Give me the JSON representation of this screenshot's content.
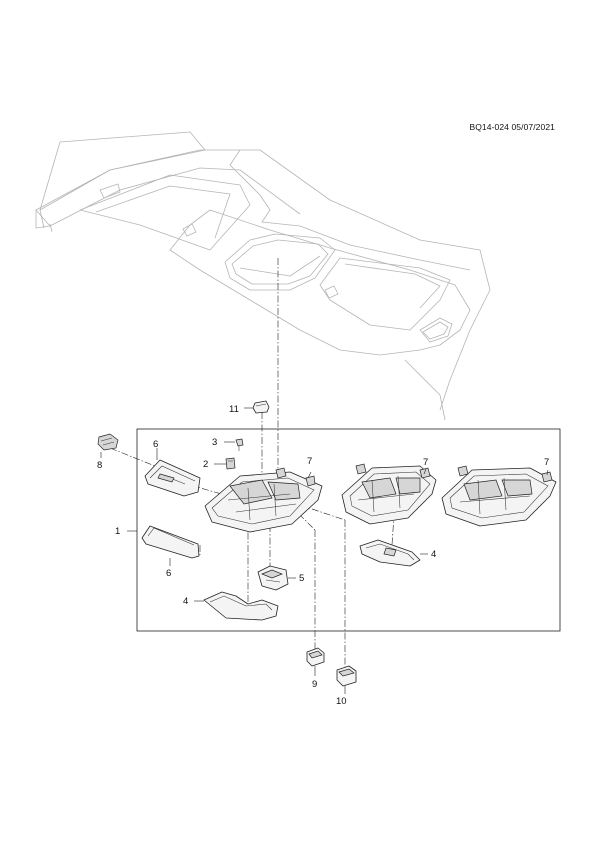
{
  "header": {
    "reference": "BQ14-024 05/07/2021"
  },
  "callouts": [
    {
      "id": "c1",
      "text": "1"
    },
    {
      "id": "c2",
      "text": "2"
    },
    {
      "id": "c3",
      "text": "3"
    },
    {
      "id": "c4a",
      "text": "4"
    },
    {
      "id": "c4b",
      "text": "4"
    },
    {
      "id": "c5",
      "text": "5"
    },
    {
      "id": "c6a",
      "text": "6"
    },
    {
      "id": "c6b",
      "text": "6"
    },
    {
      "id": "c7a",
      "text": "7"
    },
    {
      "id": "c7b",
      "text": "7"
    },
    {
      "id": "c7c",
      "text": "7"
    },
    {
      "id": "c8",
      "text": "8"
    },
    {
      "id": "c9",
      "text": "9"
    },
    {
      "id": "c10",
      "text": "10"
    },
    {
      "id": "c11",
      "text": "11"
    }
  ]
}
